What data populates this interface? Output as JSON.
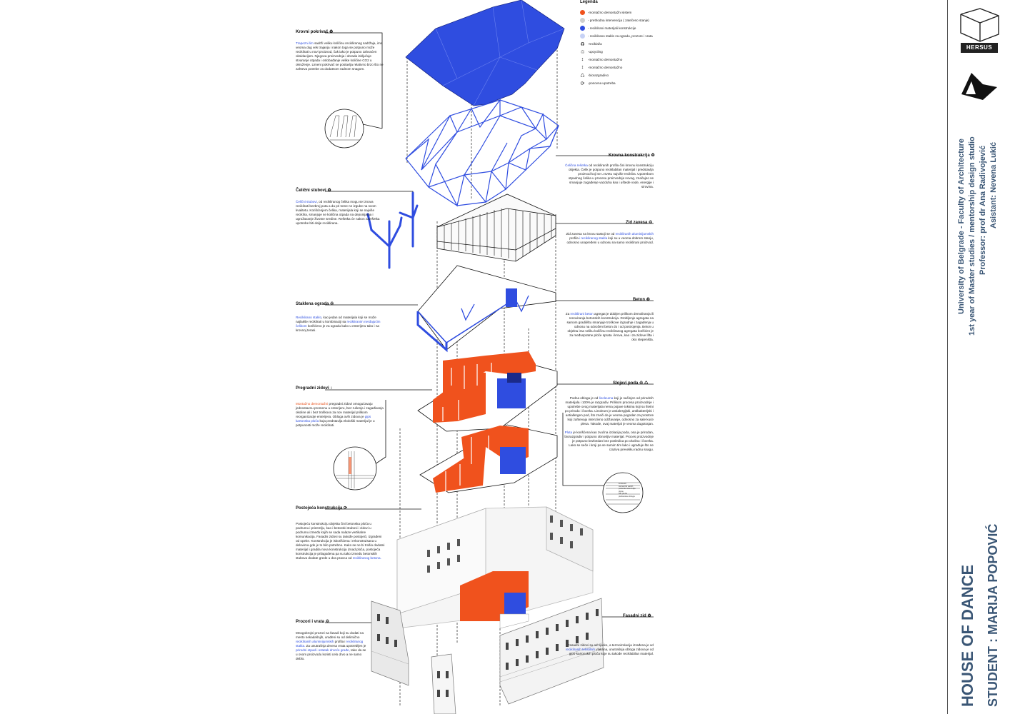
{
  "legend": {
    "title": "Legenda",
    "items": [
      {
        "label": "-montažno demontažni sistem",
        "color": "#f0521d",
        "kind": "dot"
      },
      {
        "label": "- prethodna intervencija ( zatečeno stanje)",
        "color": "#cfcfcf",
        "kind": "dot"
      },
      {
        "label": "- reciklirani materijali konstrukcije",
        "color": "#2f4de0",
        "kind": "dot"
      },
      {
        "label": "- reciklirano staklo za ogradu, prozore i vrata",
        "color": "#c7d2f5",
        "kind": "dot"
      },
      {
        "label": "-reciklaža",
        "kind": "glyph",
        "glyph": "♻"
      },
      {
        "label": "-upcycling",
        "kind": "glyph",
        "glyph": "♲"
      },
      {
        "label": "-montažno demontažno",
        "kind": "glyph",
        "glyph": "↕"
      },
      {
        "label": "-montažno demontažno",
        "kind": "glyph",
        "glyph": "↕"
      },
      {
        "label": "-biorazgradivo",
        "kind": "glyph",
        "glyph": "♺"
      },
      {
        "label": "-ponovna upotreba",
        "kind": "glyph",
        "glyph": "⟳"
      }
    ]
  },
  "labels": {
    "krovni": "Krovni pokrivač ♻",
    "krovna": "Krovna konstrukcija ♻",
    "celicni": "Čelični stubovi ♻",
    "zid_zavesa": "Zid zavesa ♲",
    "beton": "Beton ♻",
    "staklena": "Staklena ograda ♲",
    "pregradni": "Pregradni zidovi ↕",
    "slojevi": "Slojevi poda ♲ ♺",
    "postojeca": "Postojeća konstrukcija ⟳",
    "prozori": "Prozori i vrata ♲",
    "fasadni": "Fasadni zid ♻"
  },
  "texts": {
    "krovni_a": "Trapezni lim",
    "krovni_b": " sadrži veliku količinu recikliranog sadržaja, ima veoma dug vek trajanja i nakon toga se potpuno može reciklirati u novi proizvod, čak iako je potpuno zahvaćen oksidacijom. Njegova proizvodnja i obrada isključuje stvaranje otpada i oslobađanje velike količine CO2 u okruženje. Limeni pokrivač se postavlja relativno brzo što ne zahteva potrebe za dodatnom radnom snagom.",
    "krovna_a": "Čelična rešetka",
    "krovna_b": " od recikliranih profila čini krovnu konstrukciju objekta. Čelik je potpuno reciklabilan materijal i predstavlja proizvod koji se u svetu najviše reciklira. Upotrebom otpadnog čelika u procesu proizvodnje novog, značajno se smanjuje zagađenje vazduha kao i uštede vode, energije i sirovina.",
    "celicni_a": "Čelični stubovi",
    "celicni_b": ", od recikliranog čelika mogu se iznova reciklirati bezbroj puta a da pri tome ne izgube na svom kvalitetu. Korišćenjem čelika, materijala koji se najviše reciklira, smanjuje se količina otpada na deponijama i ugrožavanje životne sredine. Rešetka će nakon završetka upotrebe biti dalje reciklirana.",
    "zid_a": "Zid zavesa na krovu sastoji se od ",
    "zid_b": "recikliranih aluminijumskih",
    "zid_c": " profila ",
    "zid_d": "i recikliranog stakla",
    "zid_e": " koji su u veoma dobrom stanju, odnosno unapređeni u odnosu na samo reciklirani proizvod.",
    "beton_a": "Za ",
    "beton_b": "reciklirani beton",
    "beton_c": " agregat je dobijen prilikom demoliranja ili renoviranja betonskih konstrukcija. Drobljenje agregata na samom gradilištu smanjuje troškove izgradnje i zagađenja u odnosu na odvoženi beton do i od postrojenja. Beton u objektu ima veliku količinu recikliranog agregata korišćen je za međuspratne ploče sprata i krova, kao i za zidove lifta i oko stepeništa.",
    "staklena_a": "Reciklirano staklo",
    "staklena_b": ", kao jedan od materijala koji se može najlakše reciklirati u kombinaciji sa ",
    "staklena_c": "recikliranim nerđajućim čelikom",
    "staklena_d": " korišćeno je za ogradu kako u enterijeru tako i na krovnoj terasi.",
    "pregradni_a": "Montažno demontažni",
    "pregradni_b": " pregradni zidovi omogućavaju jednostavnu promenu u enterijeru, bez rušenja i zagađivanja okoline ali i bez troškova za nov materijal prilikom reorganizacije enterijera. Obloga ovih zidova je ",
    "pregradni_c": "gips kartonska ploča",
    "pregradni_d": " koja predstavlja ekološki materijal je u potpunosti može reciklirati.",
    "slojevi_1a": "Podna obloga je od ",
    "slojevi_1b": "linoleuma",
    "slojevi_1c": " koji je sačinjen od prirodnih materijala i 100% je razgradiv. Prilikom procesa proizvodnje i upotrebe ovog materijala nema pojave toksina koji su štetni po prirodu i čoveka. Linoleum je antialergijski, antibakterijski i antiallergen pod, što znači da je veoma pogodan za prostore koji zahtevaju intenzivno održavanje, odnosno za sale kuće plesa. Takođe, ovaj materijal je veoma dugotrajan.",
    "slojevi_2a": "Pluta",
    "slojevi_2b": " je korišćena kao zvučna izolacija poda, ona je prirodan, biorazgradiv i potpuno obnovljiv materijal. Proces proizvodnje je potpuno bezbedan bez posledica po okolinu i čoveka. Lako se seče i kroji pa se samim tim lako i ugrađuje što ne izaziva preveliku radnu snagu.",
    "postojeca_a": "Postojeću konstrukciju objekta čini betonska ploča u podrumu i prizemlju, kao i betonski stubovi i zidovi u podrumu između kojih se sada nalaze vertikalne komunikacija. Fasadni zidovi su takođe postojeći, izgrađeni od opeke. Konstrukcija je iskorišćena i rekonstruisana u delovima gde je to bilo potrebno. Kako se ne bi trošio dodatni materijal i gradila nova konstrukcija iznad ploča, postojeća konstrukcija je prilagođena pa su tako između betonskih stubova dodate grede u dva pravca od ",
    "postojeca_b": "recikliranog betona.",
    "prozori_a": "Mnogobrojni prozori na fasadi koji su dodati na mesto nekadašnjih, urađeni su od delimično ",
    "prozori_b": "recikliranih aluminijumskih",
    "prozori_c": " profila i ",
    "prozori_d": "recikliranog stakla.",
    "prozori_e": " Za unutrašnja drvena vrata upotrebljen je ",
    "prozori_f": "prirodni otpad i ostatak drveće građe,",
    "prozori_g": " tako da se u ovom proizvodu koristi celo drvo a ne samo deblo.",
    "fasadni_a": "Fasadni zidovi su od opeke, a termoizolacija izrađena je od ",
    "fasadni_b": "recikliranih tekstilnih",
    "fasadni_c": " vlakana, unutrašnja obloga zidova je od gips-kartonskih ploča koje su takođe reciklabilan materijal.",
    "detail_layers": [
      "linoleum",
      "cementni estrih",
      "polietilenska folija",
      "pluta",
      "AB ploča",
      "plafonska obloga"
    ]
  },
  "sidebar": {
    "badge": "HERSUS",
    "uni": "University of Belgrade - Faculty of Architecture",
    "year": "1st year of Master studies / mentorship design studio",
    "prof": "Professor: prof dr Ana Radivojević",
    "asst": "Asistant: Nevena Lukić",
    "title": "HOUSE OF DANCE",
    "student": "STUDENT : MARIJA POPOVIĆ"
  },
  "colors": {
    "blue": "#2f4de0",
    "orange": "#f0521d",
    "navy": "#3a5675",
    "grey": "#cfcfcf"
  }
}
